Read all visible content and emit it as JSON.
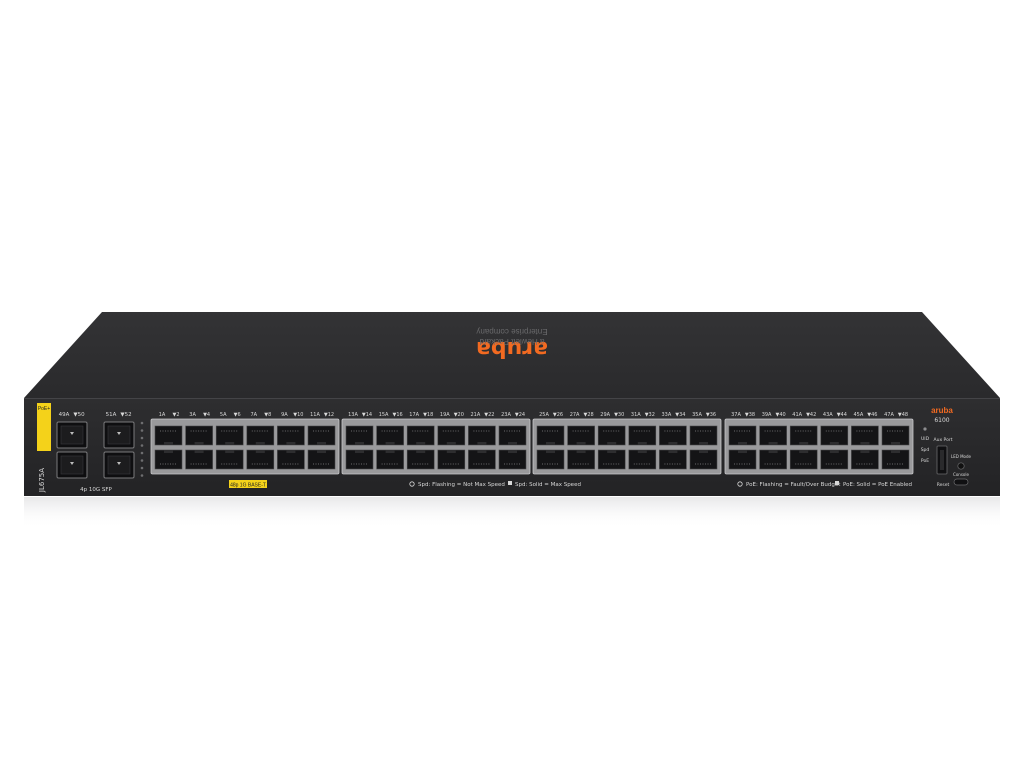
{
  "brand": {
    "logo": "aruba",
    "tagline_line1": "a Hewlett Packard",
    "tagline_line2": "Enterprise company",
    "logo_color": "#f26a21"
  },
  "device": {
    "model_code": "JL675A",
    "series": "6100",
    "body_color": "#2b2b2d",
    "poe_tag": "PoE+"
  },
  "sfp_block": {
    "top_labels": [
      "49A",
      "▼50",
      "51A",
      "▼52"
    ],
    "bottom_label": "4p 10G SFP",
    "port_count": 4
  },
  "rj45_block": {
    "port_labels": [
      "1A",
      "▼2",
      "3A",
      "▼4",
      "5A",
      "▼6",
      "7A",
      "▼8",
      "9A",
      "▼10",
      "11A",
      "▼12",
      "13A",
      "▼14",
      "15A",
      "▼16",
      "17A",
      "▼18",
      "19A",
      "▼20",
      "21A",
      "▼22",
      "23A",
      "▼24",
      "25A",
      "▼26",
      "27A",
      "▼28",
      "29A",
      "▼30",
      "31A",
      "▼32",
      "33A",
      "▼34",
      "35A",
      "▼36",
      "37A",
      "▼38",
      "39A",
      "▼40",
      "41A",
      "▼42",
      "43A",
      "▼44",
      "45A",
      "▼46",
      "47A",
      "▼48"
    ],
    "port_count": 48,
    "badge": "48p 1G BASE-T"
  },
  "legend": {
    "spd_flashing": "Spd: Flashing = Not Max Speed",
    "spd_solid": "Spd: Solid = Max Speed",
    "poe_flashing": "PoE: Flashing = Fault/Over Budget",
    "poe_solid": "PoE: Solid = PoE Enabled"
  },
  "right_panel": {
    "labels": [
      "UID",
      "Spd",
      "PoE"
    ],
    "aux_port": "Aux Port",
    "led_mode": "LED Mode",
    "console": "Console",
    "reset": "Reset"
  }
}
